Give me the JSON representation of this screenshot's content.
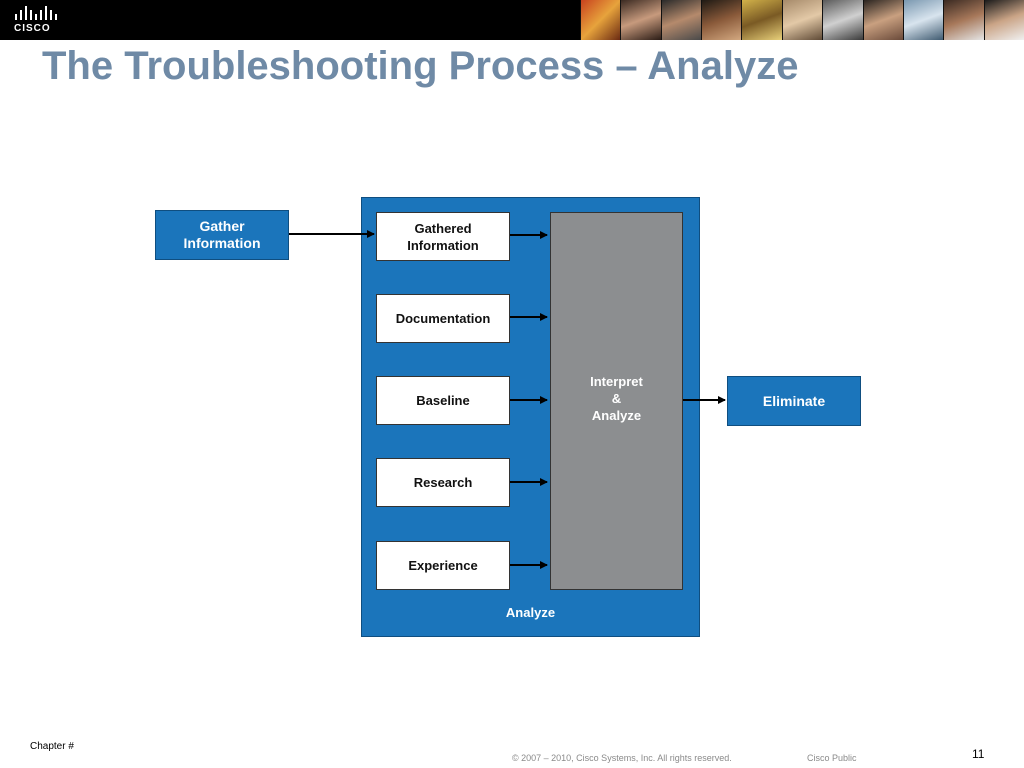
{
  "header": {
    "logo_text": "CISCO",
    "title": "The Troubleshooting Process – Analyze"
  },
  "diagram": {
    "source": "Gather\nInformation",
    "inputs": [
      "Gathered\nInformation",
      "Documentation",
      "Baseline",
      "Research",
      "Experience"
    ],
    "process": [
      "Interpret",
      "&",
      "Analyze"
    ],
    "container_label": "Analyze",
    "output": "Eliminate"
  },
  "footer": {
    "chapter": "Chapter #",
    "copyright": "© 2007 – 2010, Cisco Systems, Inc. All rights reserved.",
    "classification": "Cisco Public",
    "page_number": "11"
  },
  "colors": {
    "title": "#6f8aa6",
    "box_blue": "#1b75bb",
    "process_gray": "#8c8e90",
    "header_black": "#000000"
  }
}
